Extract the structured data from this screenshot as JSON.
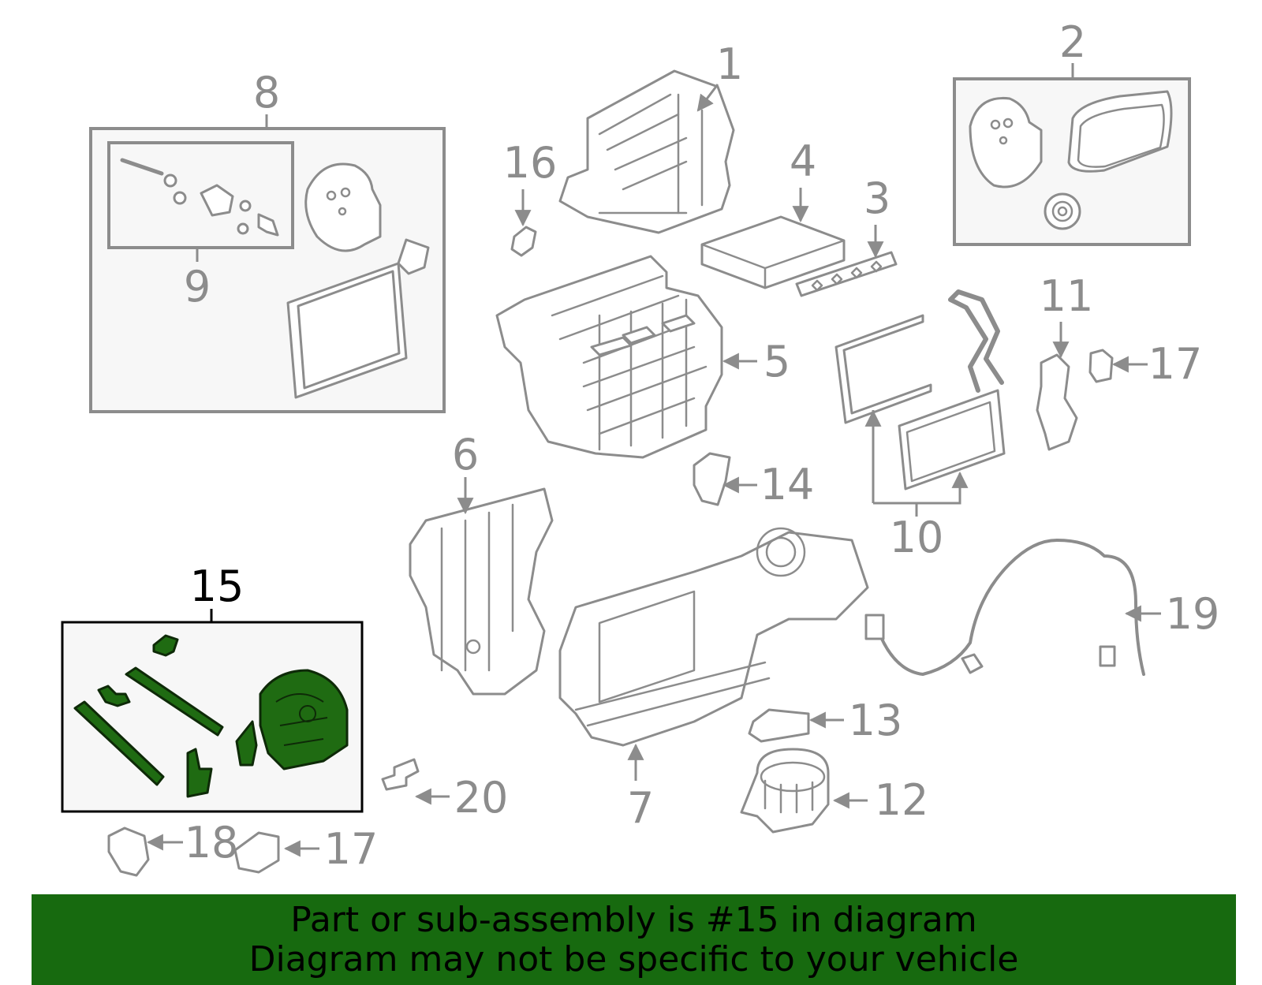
{
  "highlight_color": "#176a0f",
  "highlighted_part": "15",
  "callouts": {
    "c1": "1",
    "c2": "2",
    "c3": "3",
    "c4": "4",
    "c5": "5",
    "c6": "6",
    "c7": "7",
    "c8": "8",
    "c9": "9",
    "c10": "10",
    "c11": "11",
    "c12": "12",
    "c13": "13",
    "c14": "14",
    "c15": "15",
    "c16": "16",
    "c17a": "17",
    "c17b": "17",
    "c18": "18",
    "c19": "19",
    "c20": "20"
  },
  "banner": {
    "line1": "Part or sub-assembly is #15 in diagram",
    "line2": "Diagram may not be specific to your vehicle"
  }
}
